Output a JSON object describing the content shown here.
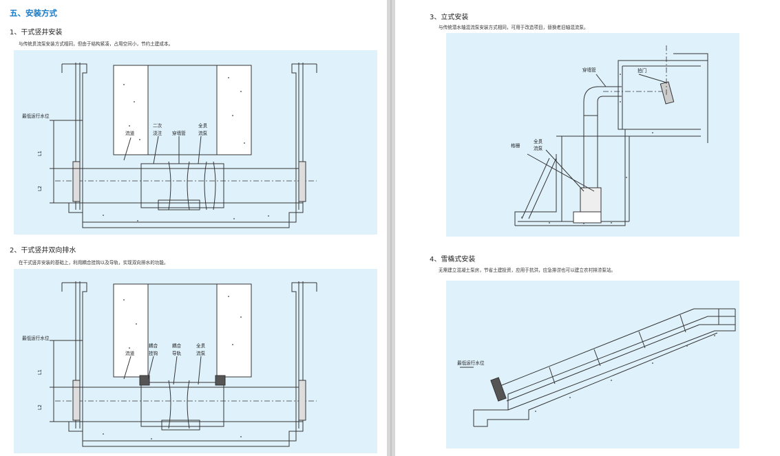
{
  "left": {
    "title": "五、安装方式",
    "s1": {
      "heading": "1、干式竖井安装",
      "desc": "与传统贯流泵安装方式相同，但由于结构紧凑，占用空间小，节约土建成本。",
      "labels": {
        "water_level": "最低运行水位",
        "flow": "流道",
        "second_top": "二次",
        "second_bottom": "浇注",
        "wall_pipe": "穿墙管",
        "pump_top": "全贯",
        "pump_bottom": "流泵",
        "l1": "L1",
        "l2": "L2"
      }
    },
    "s2": {
      "heading": "2、干式竖井双向排水",
      "desc": "在干式竖井安装的基础上，利用耦合挂钩以及导轨，实现双向排水的功能。",
      "labels": {
        "water_level": "最低运行水位",
        "flow": "流道",
        "hook_top": "耦合",
        "hook_bottom": "挂钩",
        "rail_top": "耦合",
        "rail_bottom": "导轨",
        "pump_top": "全贯",
        "pump_bottom": "流泵",
        "l1": "L1",
        "l2": "L2"
      }
    }
  },
  "right": {
    "s3": {
      "heading": "3、立式安装",
      "desc": "与传统潜水轴混流泵安装方式相同，可用于改造项目，替换老旧轴混流泵。",
      "labels": {
        "wall_pipe": "穿墙管",
        "flap": "拍门",
        "pump_top": "全贯",
        "pump_bottom": "流泵",
        "grille": "格栅"
      }
    },
    "s4": {
      "heading": "4、雪橇式安装",
      "desc": "无需建立混凝土泵房，节省土建投资，应用于抗洪，应急排涝也可以建立农村排涝泵站。",
      "labels": {
        "water_level": "最低运行水位"
      }
    }
  },
  "colors": {
    "heading_blue": "#1a7ac4",
    "figure_bg": "#dff1fb",
    "line": "#333333"
  }
}
